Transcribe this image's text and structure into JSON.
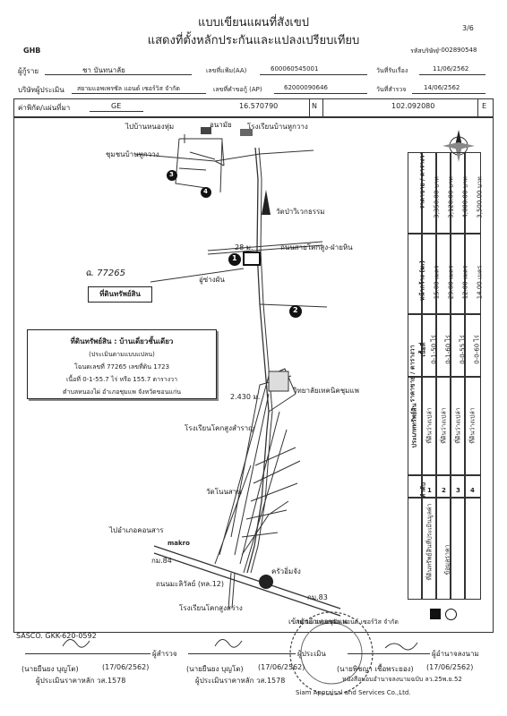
{
  "header": {
    "title": "แบบเขียนแผนที่สังเขป",
    "subtitle": "แสดงที่ตั้งหลักประกันและแปลงเปรียบเทียบ",
    "page": "3/6",
    "bank": "GHB",
    "ref_label": "รหัสบริษัท",
    "ref_value": "J-002890548"
  },
  "fields": {
    "borrower_label": "ผู้กู้ราย",
    "borrower_value": "ชา   บันทนาลัย",
    "aa_label": "เลขที่แฟ้ม(AA)",
    "aa_value": "600060545001",
    "recv_label": "วันที่รับเรื่อง",
    "recv_value": "11/06/2562",
    "company_label": "บริษัทผู้ประเมิน",
    "company_value": "สยามแอพเพรซัล แอนด์ เซอร์วิส จำกัด",
    "ap_label": "เลขที่คำขอกู้ (AP)",
    "ap_value": "62000090646",
    "survey_label": "วันที่สำรวจ",
    "survey_value": "14/06/2562",
    "coord_label": "ค่าพิกัด/แผ่นที่มา",
    "coord_sys": "GE",
    "lat": "16.570790",
    "n_label": "N",
    "lon": "102.092080",
    "e_label": "E"
  },
  "map": {
    "labels": {
      "to_nonghum": "ไปบ้านหนองหุ่ม",
      "anamai": "อนามัย",
      "school_huku": "โรงเรียนบ้านหูกวาง",
      "community": "ชุมชนบ้านหูกวาง",
      "temple_wiwek": "วัดป่าวิเวกธรรม",
      "km28": "28 ม.",
      "road_khoksung": "ถนนสายโคกสูง-ฝ่ายหิน",
      "handwritten": "ฉ. 77265",
      "garage": "อู่ซ่างผัน",
      "subject": "ที่ดินทรัพย์สิน",
      "college": "วิทยาลัยเทคนิคชุมแพ",
      "dist2430": "2.430 ม.",
      "school_khoksung_samran": "โรงเรียนโคกสูงสำราญ",
      "temple_nonsan": "วัดโนนสาน",
      "to_khonsan": "ไปอำเภอคอนสาร",
      "makro": "makro",
      "km84": "กม.84",
      "road_mali": "ถนนมะลิวัลย์ (ทล.12)",
      "krua": "ครัวอิ่มจัง",
      "km83": "กม.83",
      "school_khoksung_sawang": "โรงเรียนโคกสูงสว่าง",
      "to_chumphae": "เข้าตัวอำเภอชุมแพ",
      "stamp_text": "สยามแอพเพรซัล แอนด์ เซอร์วิส จำกัด",
      "stamp_en": "Siam Appraisal and Services Co.,Ltd."
    },
    "pins": [
      "1",
      "2",
      "3",
      "4"
    ],
    "infobox": {
      "title": "ที่ดินทรัพย์สิน : บ้านเดี่ยวชั้นเดียว",
      "line2": "(ประเมินตามแบบแปลน)",
      "line3": "โฉนดเลขที่ 77265 เลขที่ดิน 1723",
      "line4": "เนื้อที่ 0-1-55.7 ไร่ หรือ 155.7 ตารางวา",
      "line5": "ตำบลหนองไผ่ อำเภอชุมแพ จังหวัดขอนแก่น"
    },
    "footer_code": "SASCO. GKK-620-0592"
  },
  "table": {
    "headers": {
      "price": "ราคาขาย / ตารางวา",
      "frontage": "หน้ากว้าง (ม.)",
      "area": "เนื้อที่",
      "type": "ประเภททรัพย์สิน",
      "no": "ลำดับ"
    },
    "rows": [
      {
        "no": "1",
        "type": "ที่ดินว่างเปล่า",
        "area": "0-1-50 ไร่",
        "front": "15.00 เมตร",
        "price": "3,350.00 บาท"
      },
      {
        "no": "2",
        "type": "ที่ดินว่างเปล่า",
        "area": "0-1-60 ไร่",
        "front": "29.00 เมตร",
        "price": "3,120.00 บาท"
      },
      {
        "no": "3",
        "type": "ที่ดินว่างเปล่า",
        "area": "0-0-55 ไร่",
        "front": "12.00 เมตร",
        "price": "4,000.00 บาท"
      },
      {
        "no": "4",
        "type": "ที่ดินว่างเปล่า",
        "area": "0-0-60 ไร่",
        "front": "14.00 เมตร",
        "price": "3,500.00 บาท"
      }
    ],
    "legend_a": "ที่ดินทรัพย์สินที่ประเมินมูลค่า",
    "legend_b": "ข้อมูลราคา"
  },
  "signatures": [
    {
      "role": "ผู้สำรวจ",
      "name": "(นายยืนยง  บุญโต)",
      "date": "(17/06/2562)",
      "license": "ผู้ประเมินราคาหลัก วส.1578"
    },
    {
      "role": "ผู้ประเมิน",
      "name": "(นายยืนยง  บุญโต)",
      "date": "(17/06/2562)",
      "license": "ผู้ประเมินราคาหลัก วส.1578"
    },
    {
      "role": "ผู้อำนาจลงนาม",
      "name": "(นายพิชญา  เชื้อพระยอง)",
      "date": "(17/06/2562)",
      "license": "หนังสือมอบอำนาจลงนามฉบับ ลว.25พ.ย.52"
    }
  ]
}
